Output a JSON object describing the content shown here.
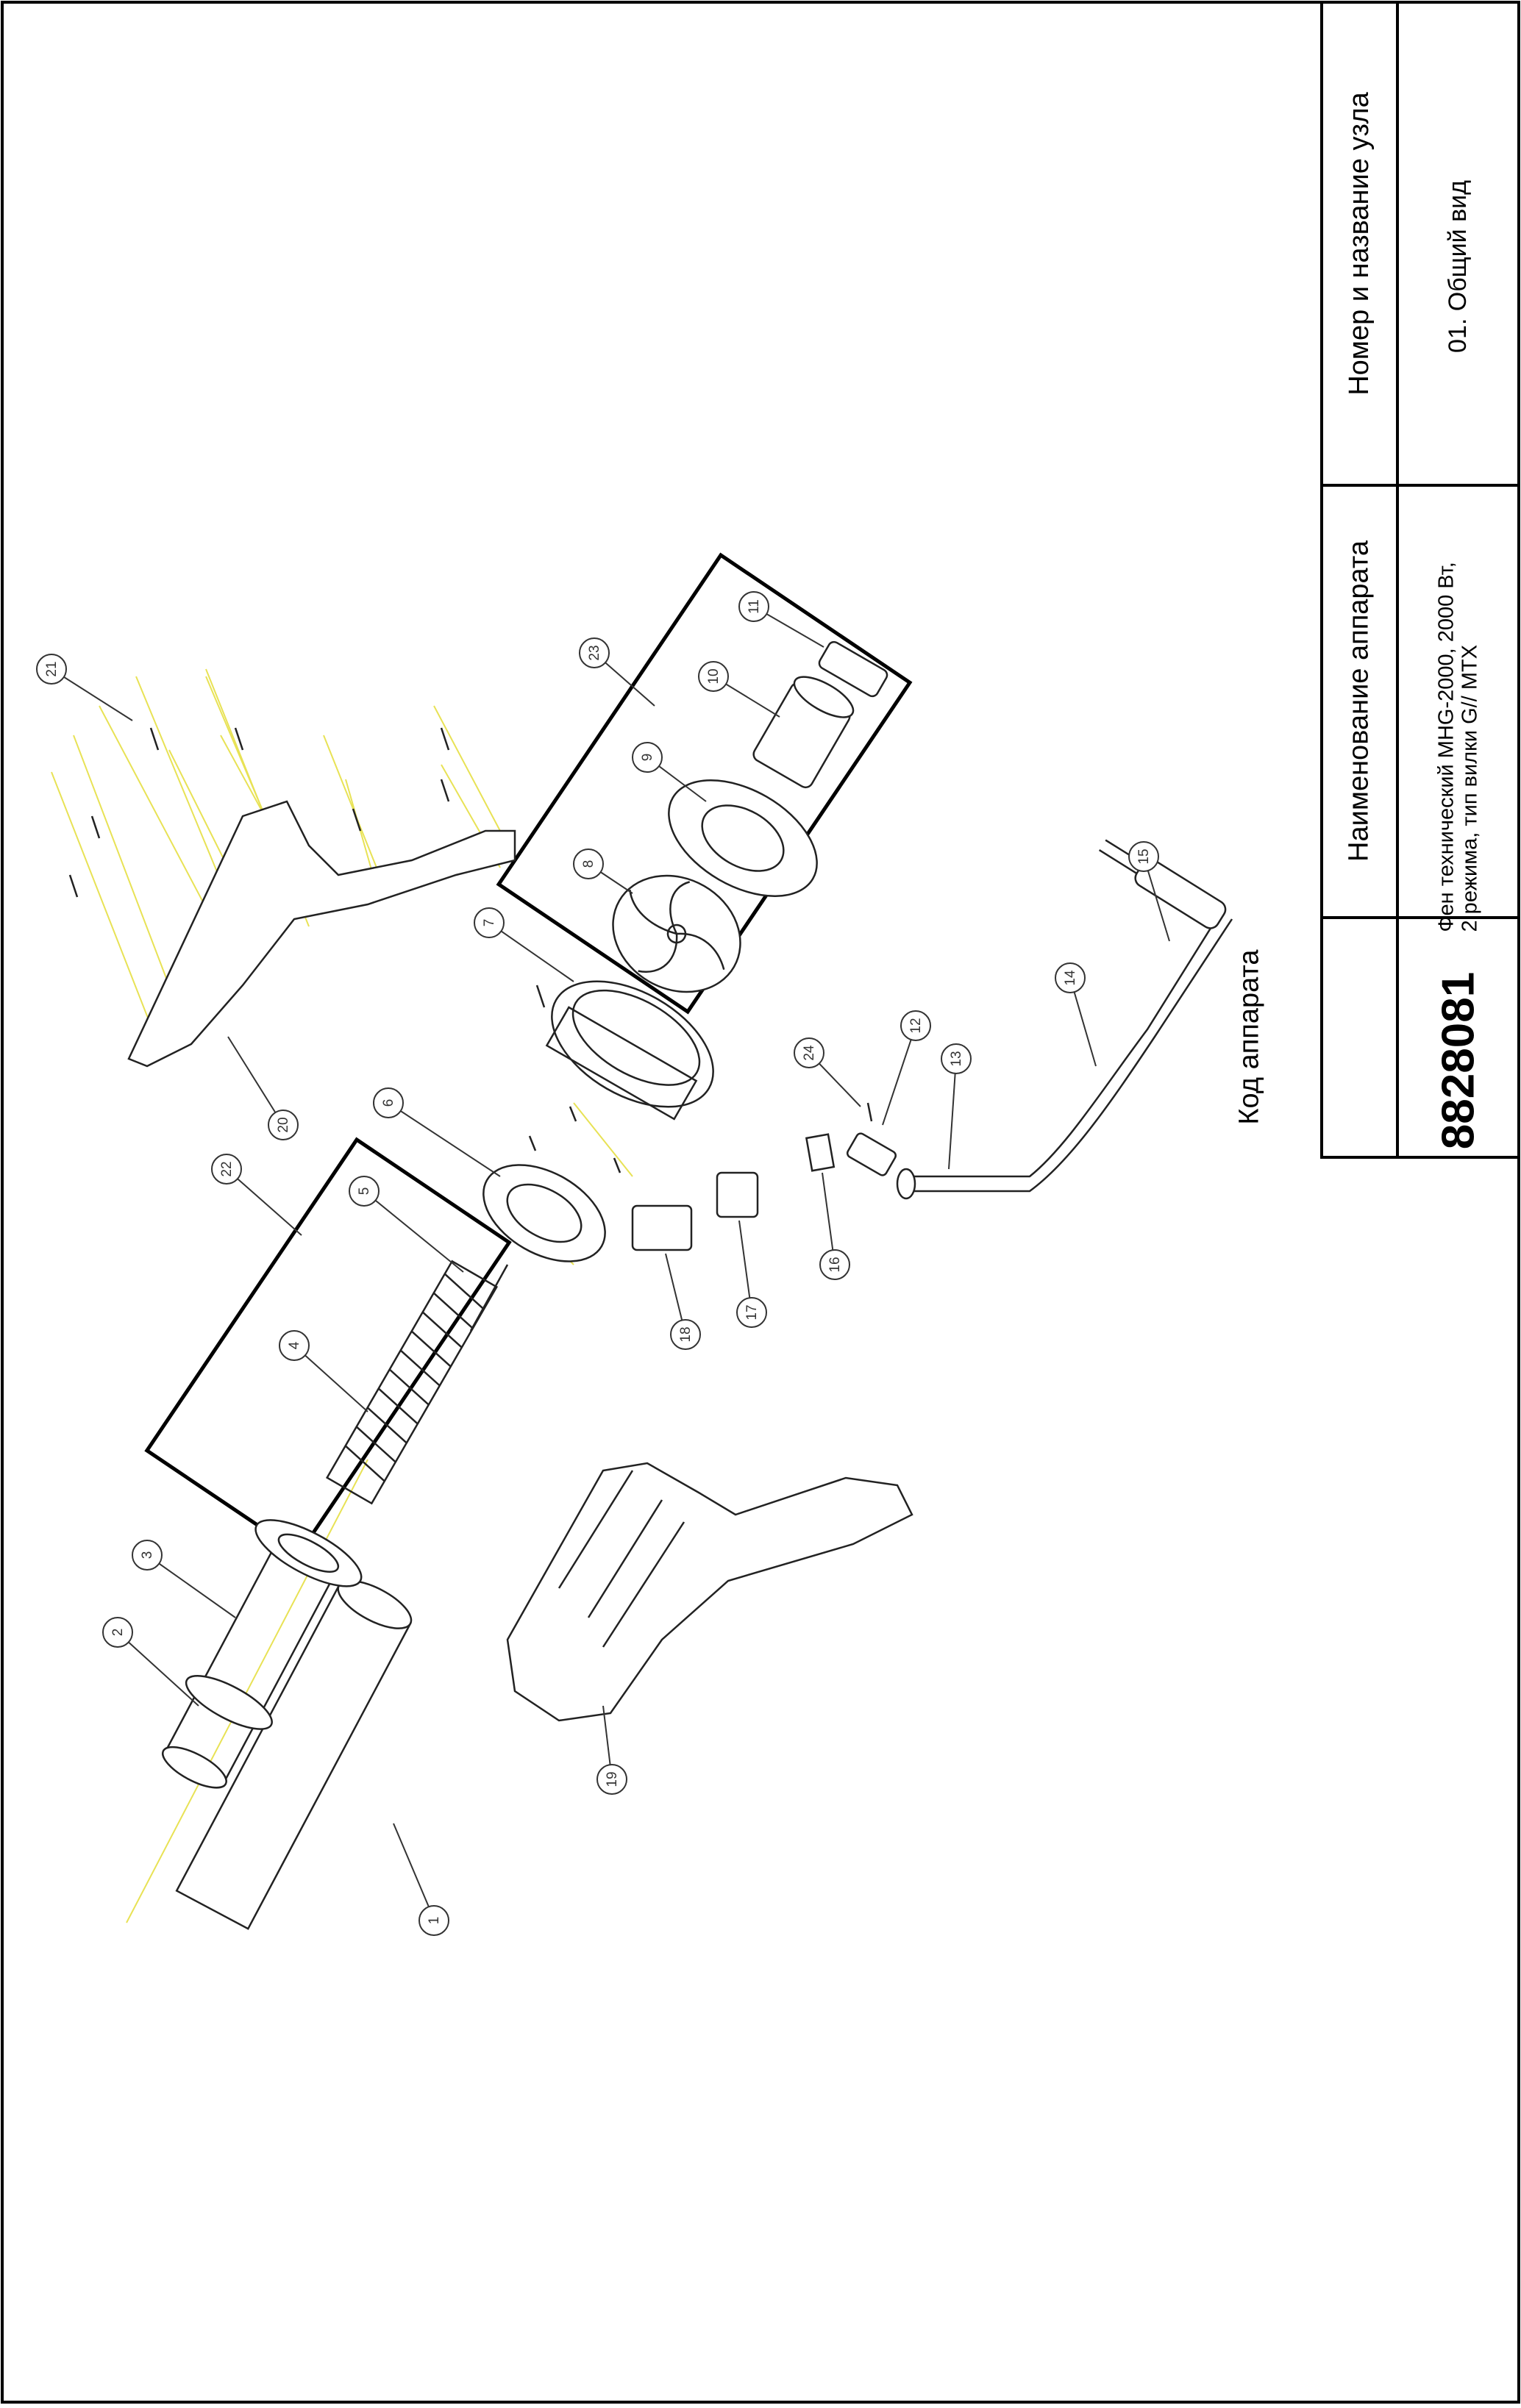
{
  "title_block": {
    "header_code": "Код аппарата",
    "header_name": "Наименование аппарата",
    "header_node": "Номер и название узла",
    "code": "8828081",
    "device_name_line1": "Фен технический MHG-2000, 2000 Вт,",
    "device_name_line2": "2 режима, тип вилки G// MTX",
    "node_name": "01. Общий вид"
  },
  "callouts": [
    "1",
    "2",
    "3",
    "4",
    "5",
    "6",
    "7",
    "8",
    "9",
    "10",
    "11",
    "12",
    "13",
    "14",
    "15",
    "16",
    "17",
    "18",
    "19",
    "20",
    "21",
    "22",
    "23",
    "24"
  ],
  "colors": {
    "axis_lines": "#e8e255",
    "lines": "#222222",
    "frame": "#000000"
  }
}
